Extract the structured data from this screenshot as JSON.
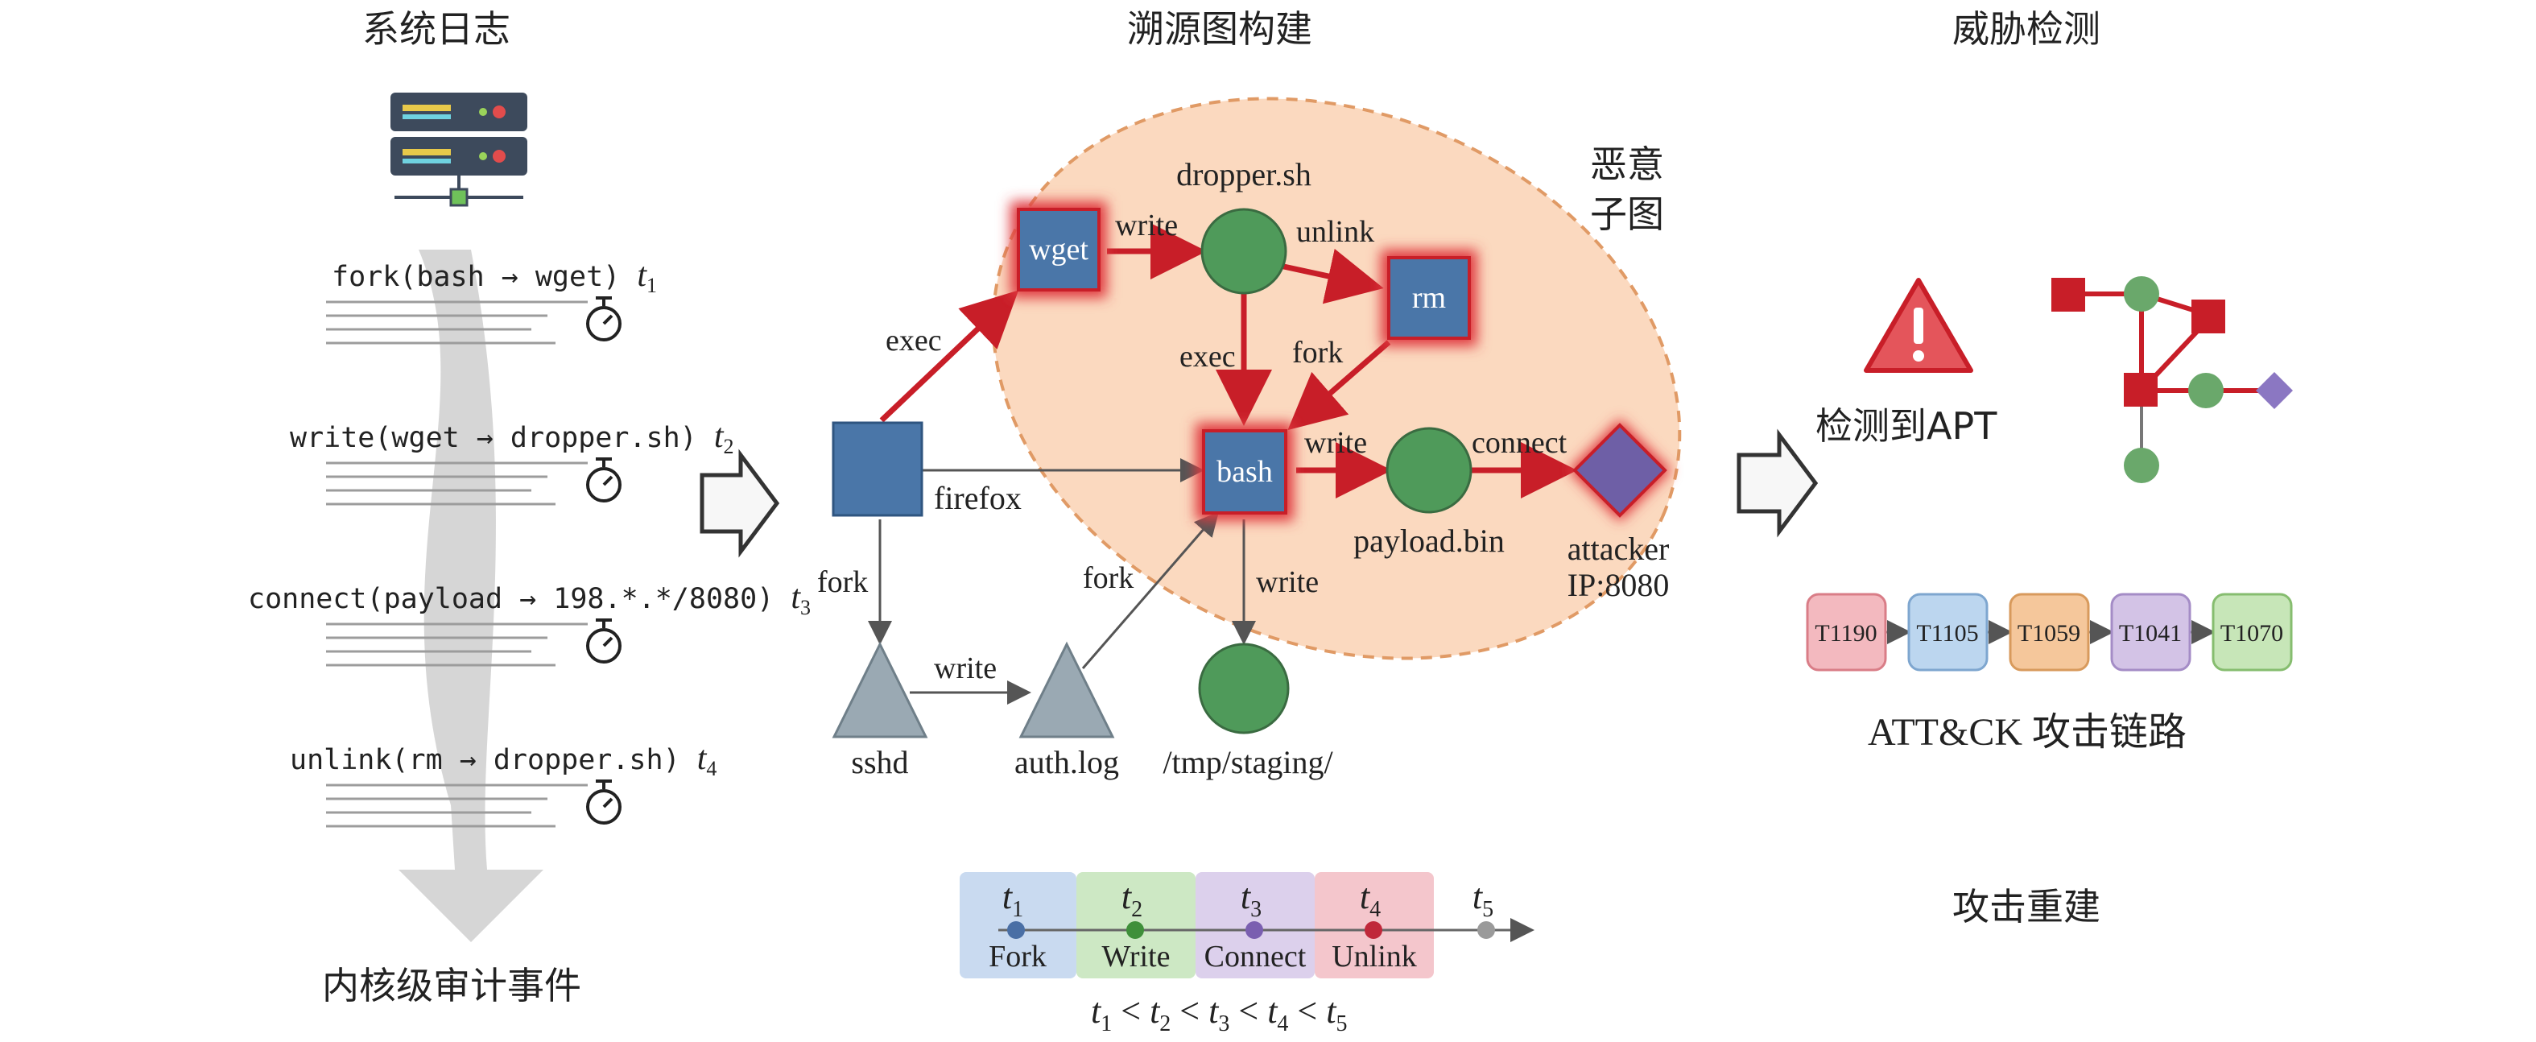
{
  "headings": {
    "logs": "系统日志",
    "graph": "溯源图构建",
    "detect": "威胁检测",
    "kernel": "内核级审计事件",
    "rebuild": "攻击重建"
  },
  "log_events": [
    {
      "text": "fork(bash → wget)",
      "t": "t",
      "sub": "1"
    },
    {
      "text": "write(wget → dropper.sh)",
      "t": "t",
      "sub": "2"
    },
    {
      "text": "connect(payload → 198.*.*/8080)",
      "t": "t",
      "sub": "3"
    },
    {
      "text": "unlink(rm → dropper.sh)",
      "t": "t",
      "sub": "4"
    }
  ],
  "graph": {
    "malicious_label_1": "恶意",
    "malicious_label_2": "子图",
    "nodes": {
      "wget": "wget",
      "dropper": "dropper.sh",
      "rm": "rm",
      "bash": "bash",
      "payload": "payload.bin",
      "attacker_1": "attacker",
      "attacker_2": "IP:8080",
      "firefox": "firefox",
      "sshd": "sshd",
      "authlog": "auth.log",
      "staging": "/tmp/staging/"
    },
    "edges": {
      "exec1": "exec",
      "write1": "write",
      "unlink": "unlink",
      "exec2": "exec",
      "fork1": "fork",
      "write2": "write",
      "connect": "connect",
      "fork2": "fork",
      "write3": "write",
      "fork3": "fork",
      "write4": "write"
    }
  },
  "timeline": {
    "stages": [
      {
        "t": "t",
        "sub": "1",
        "label": "Fork",
        "color": "#c9daf0",
        "dot": "#4a6fa5"
      },
      {
        "t": "t",
        "sub": "2",
        "label": "Write",
        "color": "#cde8c4",
        "dot": "#3f8f3a"
      },
      {
        "t": "t",
        "sub": "3",
        "label": "Connect",
        "color": "#dcd0ec",
        "dot": "#7a5fb0"
      },
      {
        "t": "t",
        "sub": "4",
        "label": "Unlink",
        "color": "#f4c6cc",
        "dot": "#c0283a"
      }
    ],
    "end": {
      "t": "t",
      "sub": "5",
      "dot": "#9a9a9a"
    },
    "order": [
      "t1",
      "t2",
      "t3",
      "t4",
      "t5"
    ]
  },
  "detection": {
    "apt_label": "检测到APT",
    "chain_label": "ATT&CK 攻击链路",
    "techniques": [
      {
        "id": "T1190",
        "fill": "#f3b9bf",
        "stroke": "#d97d87"
      },
      {
        "id": "T1105",
        "fill": "#bcd6ef",
        "stroke": "#7ea6cf"
      },
      {
        "id": "T1059",
        "fill": "#f5c79b",
        "stroke": "#d89a5c"
      },
      {
        "id": "T1041",
        "fill": "#d3c3e6",
        "stroke": "#a48cc6"
      },
      {
        "id": "T1070",
        "fill": "#c7e6b8",
        "stroke": "#86bd6f"
      }
    ]
  },
  "colors": {
    "process": "#4a76a8",
    "file": "#4f9a5a",
    "socket": "#6e5fa6",
    "other": "#9aa9b3",
    "malicious_edge": "#c81e28",
    "cluster_fill": "#fbd9bf"
  }
}
